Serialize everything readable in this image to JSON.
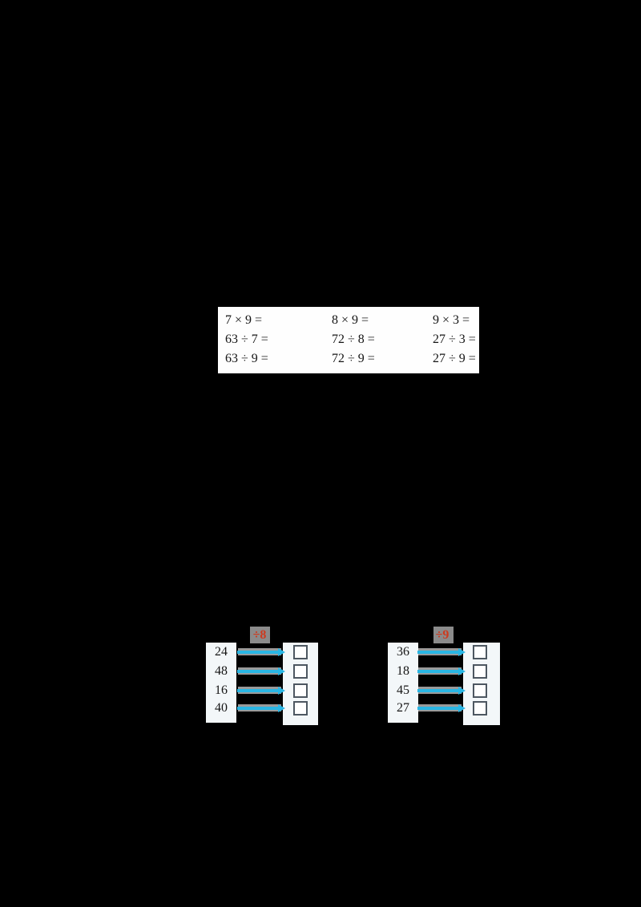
{
  "equation_panel": {
    "columns": [
      {
        "rows": [
          "7 × 9 =",
          "63 ÷ 7 =",
          "63 ÷ 9 ="
        ]
      },
      {
        "rows": [
          "8 × 9 =",
          "72 ÷ 8 =",
          "72 ÷ 9 ="
        ]
      },
      {
        "rows": [
          "9 × 3 =",
          "27 ÷ 3 =",
          "27 ÷ 9 ="
        ]
      }
    ]
  },
  "diagrams": [
    {
      "divisor_label": "÷8",
      "inputs": [
        "24",
        "48",
        "16",
        "40"
      ],
      "answer_boxes": 4
    },
    {
      "divisor_label": "÷9",
      "inputs": [
        "36",
        "18",
        "45",
        "27"
      ],
      "answer_boxes": 4
    }
  ],
  "icons": {
    "arrow": "arrow-right-icon"
  },
  "colors": {
    "page_bg": "#000000",
    "panel_bg": "#fefefe",
    "diagram_col_bg": "#f3f7f9",
    "arrow": "#29b6e4",
    "arrow_shadow": "#9a9a9a",
    "divisor_text": "#cd3a1f",
    "divisor_bg": "#8b8b8b",
    "answer_box_border": "#4d5761",
    "text": "#151515"
  }
}
